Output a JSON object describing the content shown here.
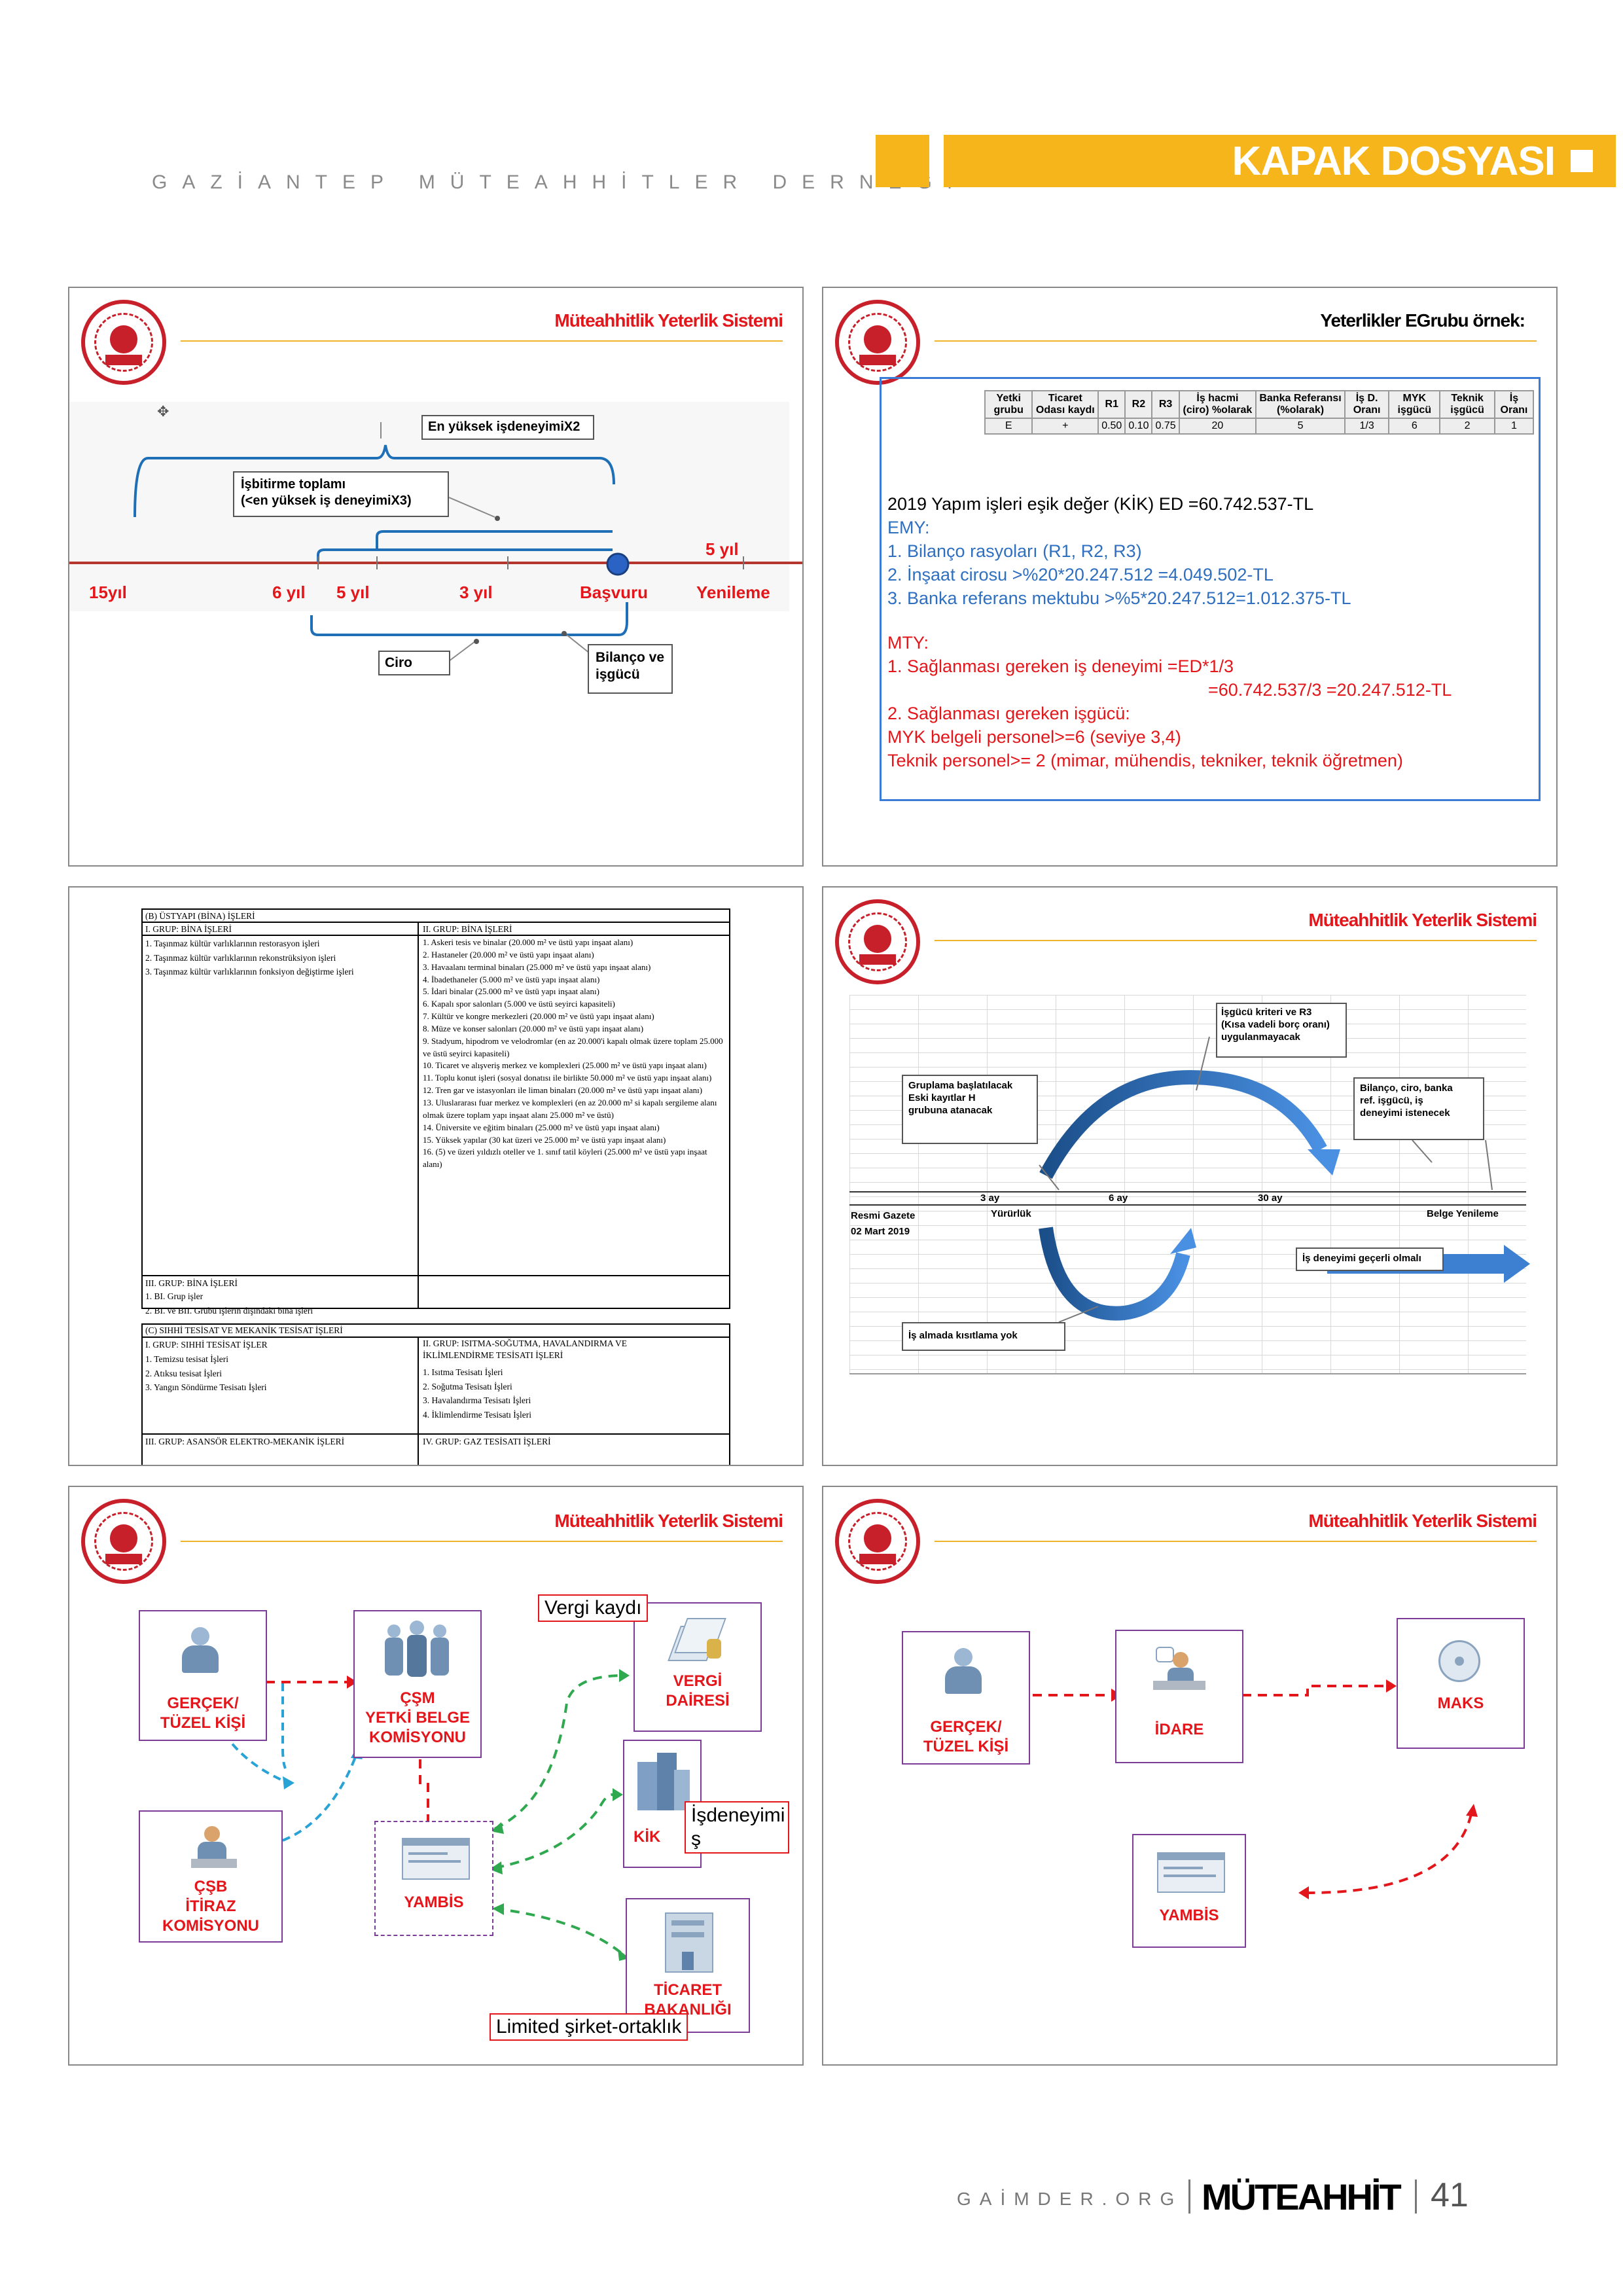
{
  "header": {
    "association": "GAZİANTEP MÜTEAHHİTLER DERNEĞİ",
    "section": "KAPAK DOSYASI"
  },
  "slide1": {
    "title": "Müteahhitlik Yeterlik Sistemi",
    "box_max": "En yüksek işdeneyimiX2",
    "box_total_1": "İşbitirme toplamı",
    "box_total_2": "(<en yüksek iş deneyimiX3)",
    "lbl_5yil_right": "5 yıl",
    "ticks": [
      "15yıl",
      "6 yıl",
      "5 yıl",
      "3 yıl",
      "Başvuru",
      "Yenileme"
    ],
    "box_ciro": "Ciro",
    "box_bilanco_1": "Bilanço ve",
    "box_bilanco_2": "işgücü"
  },
  "slide2": {
    "title": "Yeterlikler EGrubu örnek:",
    "table_headers": [
      "Yetki grubu",
      "Ticaret Odası kaydı",
      "R1",
      "R2",
      "R3",
      "İş hacmi (ciro) %olarak",
      "Banka Referansı (%olarak)",
      "İş D. Oranı",
      "MYK işgücü",
      "Teknik işgücü",
      "İş Oranı"
    ],
    "table_row": [
      "E",
      "+",
      "0.50",
      "0.10",
      "0.75",
      "20",
      "5",
      "1/3",
      "6",
      "2",
      "1"
    ],
    "line1": "2019 Yapım işleri eşik değer (KİK) ED =60.742.537-TL",
    "emy": "EMY:",
    "emy1": "1. Bilanço rasyoları (R1, R2, R3)",
    "emy2": "2. İnşaat cirosu >%20*20.247.512 =4.049.502-TL",
    "emy3": "3. Banka referans mektubu >%5*20.247.512=1.012.375-TL",
    "mty": "MTY:",
    "mty1": "1.  Sağlanması gereken iş deneyimi =ED*1/3",
    "mty1b": "=60.742.537/3 =20.247.512-TL",
    "mty2": "2. Sağlanması gereken işgücü:",
    "mty3": "MYK belgeli personel>=6 (seviye 3,4)",
    "mty4": "Teknik personel>= 2 (mimar, mühendis, tekniker, teknik öğretmen)"
  },
  "slide3": {
    "sec_b": "(B) ÜSTYAPI (BİNA) İŞLERİ",
    "g1_head": "I. GRUP: BİNA İŞLERİ",
    "g1_items": [
      "1.   Taşınmaz kültür varlıklarının restorasyon işleri",
      "2.   Taşınmaz kültür varlıklarının rekonstrüksiyon işleri",
      "3.   Taşınmaz kültür varlıklarının fonksiyon değiştirme işleri"
    ],
    "g2_head": "II. GRUP: BİNA İŞLERİ",
    "g2_items": [
      "1.   Askeri tesis ve binalar (20.000 m² ve üstü yapı inşaat alanı)",
      "2.   Hastaneler (20.000 m² ve üstü yapı inşaat alanı)",
      "3.   Havaalanı terminal binaları (25.000 m² ve üstü yapı inşaat alanı)",
      "4.   İbadethaneler (5.000 m² ve üstü yapı inşaat alanı)",
      "5.   İdari binalar (25.000 m² ve üstü yapı inşaat alanı)",
      "6.   Kapalı spor salonları (5.000 ve üstü seyirci kapasiteli)",
      "7.   Kültür ve kongre merkezleri (20.000 m² ve üstü yapı inşaat alanı)",
      "8.   Müze ve konser salonları (20.000 m² ve üstü yapı inşaat alanı)",
      "9.   Stadyum, hipodrom ve velodromlar (en az 20.000'i kapalı olmak üzere toplam 25.000 ve üstü seyirci kapasiteli)",
      "10.  Ticaret ve alışveriş merkez ve komplexleri (25.000 m² ve üstü yapı inşaat alanı)",
      "11.  Toplu konut işleri (sosyal donatısı ile birlikte 50.000 m² ve üstü yapı inşaat alanı)",
      "12.  Tren gar ve istasyonları ile liman binaları (20.000 m² ve üstü yapı inşaat alanı)",
      "13.  Uluslararası fuar merkez ve komplexleri (en az 20.000 m² si kapalı sergileme alanı olmak üzere toplam yapı inşaat alanı 25.000 m² ve üstü)",
      "14.  Üniversite ve eğitim binaları (25.000 m² ve üstü yapı inşaat alanı)",
      "15.  Yüksek yapılar (30 kat üzeri ve 25.000 m² ve üstü yapı inşaat alanı)",
      "16.  (5) ve üzeri yıldızlı oteller ve 1. sınıf tatil köyleri (25.000 m² ve üstü yapı inşaat alanı)"
    ],
    "g3_head": "III. GRUP: BİNA İŞLERİ",
    "g3_items": [
      "1.   BI. Grup işler",
      "2.   BI. ve BII. Grubu işlerin dışındaki bina işleri"
    ],
    "sec_c": "(C) SIHHİ TESİSAT VE MEKANİK TESİSAT İŞLERİ",
    "c1_head": "I. GRUP: SIHHİ TESİSAT İŞLER",
    "c1_items": [
      "1.   Temizsu tesisat İşleri",
      "2.   Atıksu tesisat İşleri",
      "3.   Yangın Söndürme Tesisatı İşleri"
    ],
    "c2_head_1": "II. GRUP: ISITMA-SOĞUTMA, HAVALANDIRMA VE",
    "c2_head_2": "İKLİMLENDİRME TESİSATI İŞLERİ",
    "c2_items": [
      "1.   Isıtma Tesisatı İşleri",
      "2.   Soğutma Tesisatı İşleri",
      "3.   Havalandırma Tesisatı İşleri",
      "4.   İklimlendirme Tesisatı İşleri"
    ],
    "c3_head": "III. GRUP: ASANSÖR ELEKTRO-MEKANİK İŞLERİ",
    "c4_head": "IV. GRUP: GAZ TESİSATI İŞLERİ"
  },
  "slide4": {
    "title": "Müteahhitlik Yeterlik Sistemi",
    "box_isgucu_1": "İşgücü kriteri ve R3",
    "box_isgucu_2": "(Kısa vadeli borç oranı)",
    "box_isgucu_3": "uygulanmayacak",
    "box_grup_1": "Gruplama başlatılacak",
    "box_grup_2": "Eski kayıtlar H",
    "box_grup_3": "grubuna atanacak",
    "box_bilanco_1": "Bilanço, ciro, banka",
    "box_bilanco_2": "ref. işgücü, iş",
    "box_bilanco_3": "deneyimi istenecek",
    "lbl_3ay": "3 ay",
    "lbl_6ay": "6 ay",
    "lbl_30ay": "30 ay",
    "lbl_resmi": "Resmi Gazete",
    "lbl_tarih": "02 Mart 2019",
    "lbl_yururluk": "Yürürlük",
    "lbl_belge": "Belge Yenileme",
    "box_isdeneyimi": "İş deneyimi geçerli olmalı",
    "box_isalmada": "İş almada kısıtlama yok"
  },
  "slide5": {
    "title": "Müteahhitlik Yeterlik Sistemi",
    "node_gercek": "GERÇEK/\nTÜZEL KİŞİ",
    "node_csm": "ÇŞM\nYETKİ BELGE\nKOMİSYONU",
    "node_vergi": "VERGİ\nDAİRESİ",
    "node_itiraz": "ÇŞB\nİTİRAZ\nKOMİSYONU",
    "node_yambis": "YAMBİS",
    "node_kik": "KİK",
    "node_ticaret": "TİCARET\nBAKANLIĞI",
    "callout_vergi": "Vergi kaydı",
    "callout_isdeneyimi_1": "İşdeneyimi",
    "callout_isdeneyimi_2": "ş",
    "callout_limited": "Limited şirket-ortaklık"
  },
  "slide6": {
    "title": "Müteahhitlik Yeterlik Sistemi",
    "node_gercek": "GERÇEK/\nTÜZEL KİŞİ",
    "node_idare": "İDARE",
    "node_maks": "MAKS",
    "node_yambis": "YAMBİS"
  },
  "footer": {
    "site": "GAİMDER.ORG",
    "brand": "MÜTEAHHİT",
    "page": "41"
  },
  "colors": {
    "accent": "#f5b51b",
    "red": "#e3171b",
    "blue": "#2f6fbf",
    "purple": "#7d3c98",
    "green": "#2fa84f",
    "cyan": "#29a3d6"
  }
}
